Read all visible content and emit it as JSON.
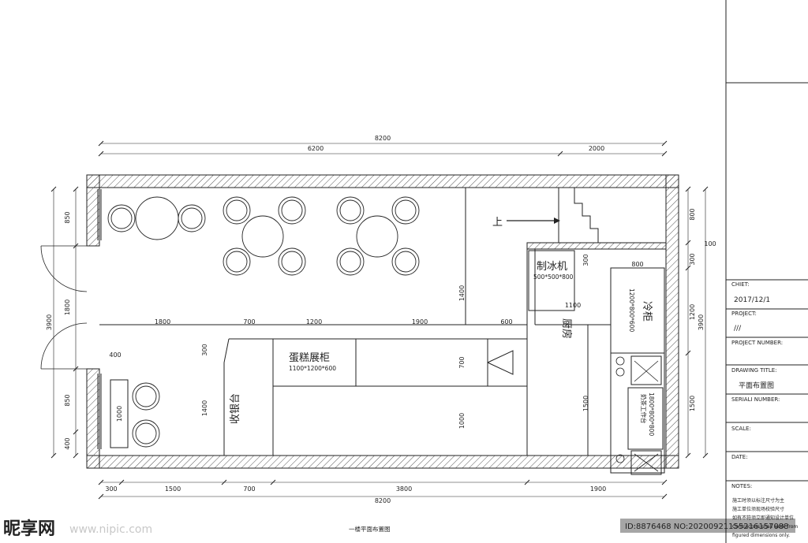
{
  "dimensions": {
    "top_total": "8200",
    "top_left": "6200",
    "top_right": "2000",
    "bottom_total": "8200",
    "bottom_segments": [
      "300",
      "1500",
      "700",
      "3800",
      "1900"
    ],
    "left_total": "3900",
    "left_segments": [
      "850",
      "1800",
      "850",
      "400"
    ],
    "right_total": "3900",
    "right_segments": [
      "800",
      "300",
      "1200",
      "1500"
    ],
    "right_outer": "100",
    "interior": {
      "w1800": "1800",
      "w700a": "700",
      "w1200": "1200",
      "w1900": "1900",
      "w600": "600",
      "v1400a": "1400",
      "v700": "700",
      "v1000a": "1000",
      "w400": "400",
      "v300a": "300",
      "v1400b": "1400",
      "v1000b": "1000",
      "v300b": "300",
      "w800": "800",
      "w1100": "1100",
      "v1500": "1500"
    }
  },
  "labels": {
    "stair_up": "上",
    "ice_machine": "制冰机",
    "ice_machine_size": "500*500*800",
    "fridge": "冷柜",
    "fridge_size": "1200*800*600",
    "kitchen": "厨房",
    "cake_cabinet": "蛋糕展柜",
    "cake_cabinet_size": "1100*1200*600",
    "cashier": "收银台",
    "tea_station": "奶茶工作台",
    "tea_station_size": "1800*800*800",
    "drawing_caption": "一楼平面布置图"
  },
  "title_block": {
    "client_label": "CHIET:",
    "client_value": "2017/12/1",
    "project_label": "PROJECT:",
    "project_value": "///",
    "project_number_label": "PROJECT NUMBER:",
    "drawing_title_label": "DRAWING TITLE:",
    "drawing_title_value": "平面布置图",
    "serial_label": "SERIALI NUMBER:",
    "scale_label": "SCALE:",
    "date_label": "DATE:",
    "notes_label": "NOTES:",
    "notes": [
      "施工时须以标注尺寸为主",
      "施工单位须现场校验尺寸",
      "如有不符须立即通知设计单位",
      "Contractors shall work from",
      "figured dimensions only."
    ]
  },
  "watermark": {
    "brand": "昵享网",
    "url": "www.nipic.com",
    "id_text": "ID:8876468 NO:20200921155216157088"
  }
}
